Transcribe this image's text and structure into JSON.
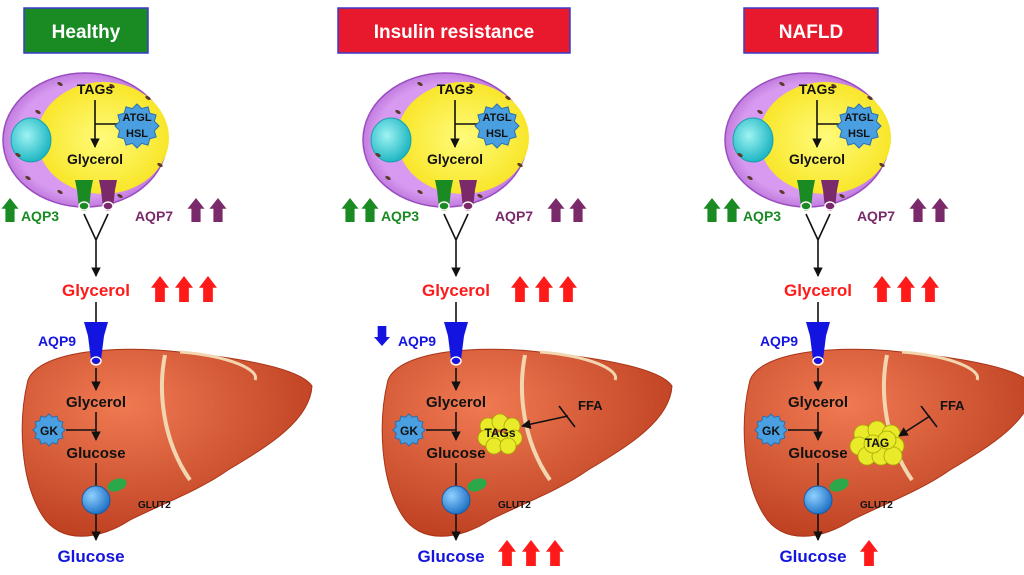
{
  "panels": [
    {
      "title": "Healthy",
      "title_bg": "#1a8a23",
      "adipocyte": {
        "tags": "TAGs",
        "atgl": "ATGL",
        "hsl": "HSL",
        "glycerol": "Glycerol",
        "aqp3": "AQP3",
        "aqp7": "AQP7"
      },
      "blood_glycerol": "Glycerol",
      "aqp9": "AQP9",
      "liver": {
        "glycerol": "Glycerol",
        "gk": "GK",
        "glucose": "Glucose",
        "glut2": "GLUT2",
        "ffa": "",
        "tags": ""
      },
      "output": "Glucose"
    },
    {
      "title": "Insulin resistance",
      "title_bg": "#e8192c",
      "adipocyte": {
        "tags": "TAGs",
        "atgl": "ATGL",
        "hsl": "HSL",
        "glycerol": "Glycerol",
        "aqp3": "AQP3",
        "aqp7": "AQP7"
      },
      "blood_glycerol": "Glycerol",
      "aqp9": "AQP9",
      "liver": {
        "glycerol": "Glycerol",
        "gk": "GK",
        "glucose": "Glucose",
        "glut2": "GLUT2",
        "ffa": "FFA",
        "tags": "TAGs"
      },
      "output": "Glucose"
    },
    {
      "title": "NAFLD",
      "title_bg": "#e8192c",
      "adipocyte": {
        "tags": "TAGs",
        "atgl": "ATGL",
        "hsl": "HSL",
        "glycerol": "Glycerol",
        "aqp3": "AQP3",
        "aqp7": "AQP7"
      },
      "blood_glycerol": "Glycerol",
      "aqp9": "AQP9",
      "liver": {
        "glycerol": "Glycerol",
        "gk": "GK",
        "glucose": "Glucose",
        "glut2": "GLUT2",
        "ffa": "FFA",
        "tags": "TAG"
      },
      "output": "Glucose"
    }
  ],
  "changes": [
    {
      "aqp3": 2,
      "aqp7": 2,
      "blood_glycerol": 3,
      "aqp9_down": false,
      "glucose": 0
    },
    {
      "aqp3": 2,
      "aqp7": 2,
      "blood_glycerol": 3,
      "aqp9_down": true,
      "glucose": 3
    },
    {
      "aqp3": 2,
      "aqp7": 2,
      "blood_glycerol": 3,
      "aqp9_down": false,
      "glucose": 1
    }
  ],
  "colors": {
    "green": "#1a8a23",
    "purple": "#7a2a6a",
    "red": "#ff1a1a",
    "blue": "#1414e0",
    "enzyme": "#4a9fe0",
    "liver": "#d9502c",
    "cell_membrane": "#c07ee0",
    "cell_cytoplasm": "#fff23a",
    "tag_droplet": "#e8ea2a"
  }
}
